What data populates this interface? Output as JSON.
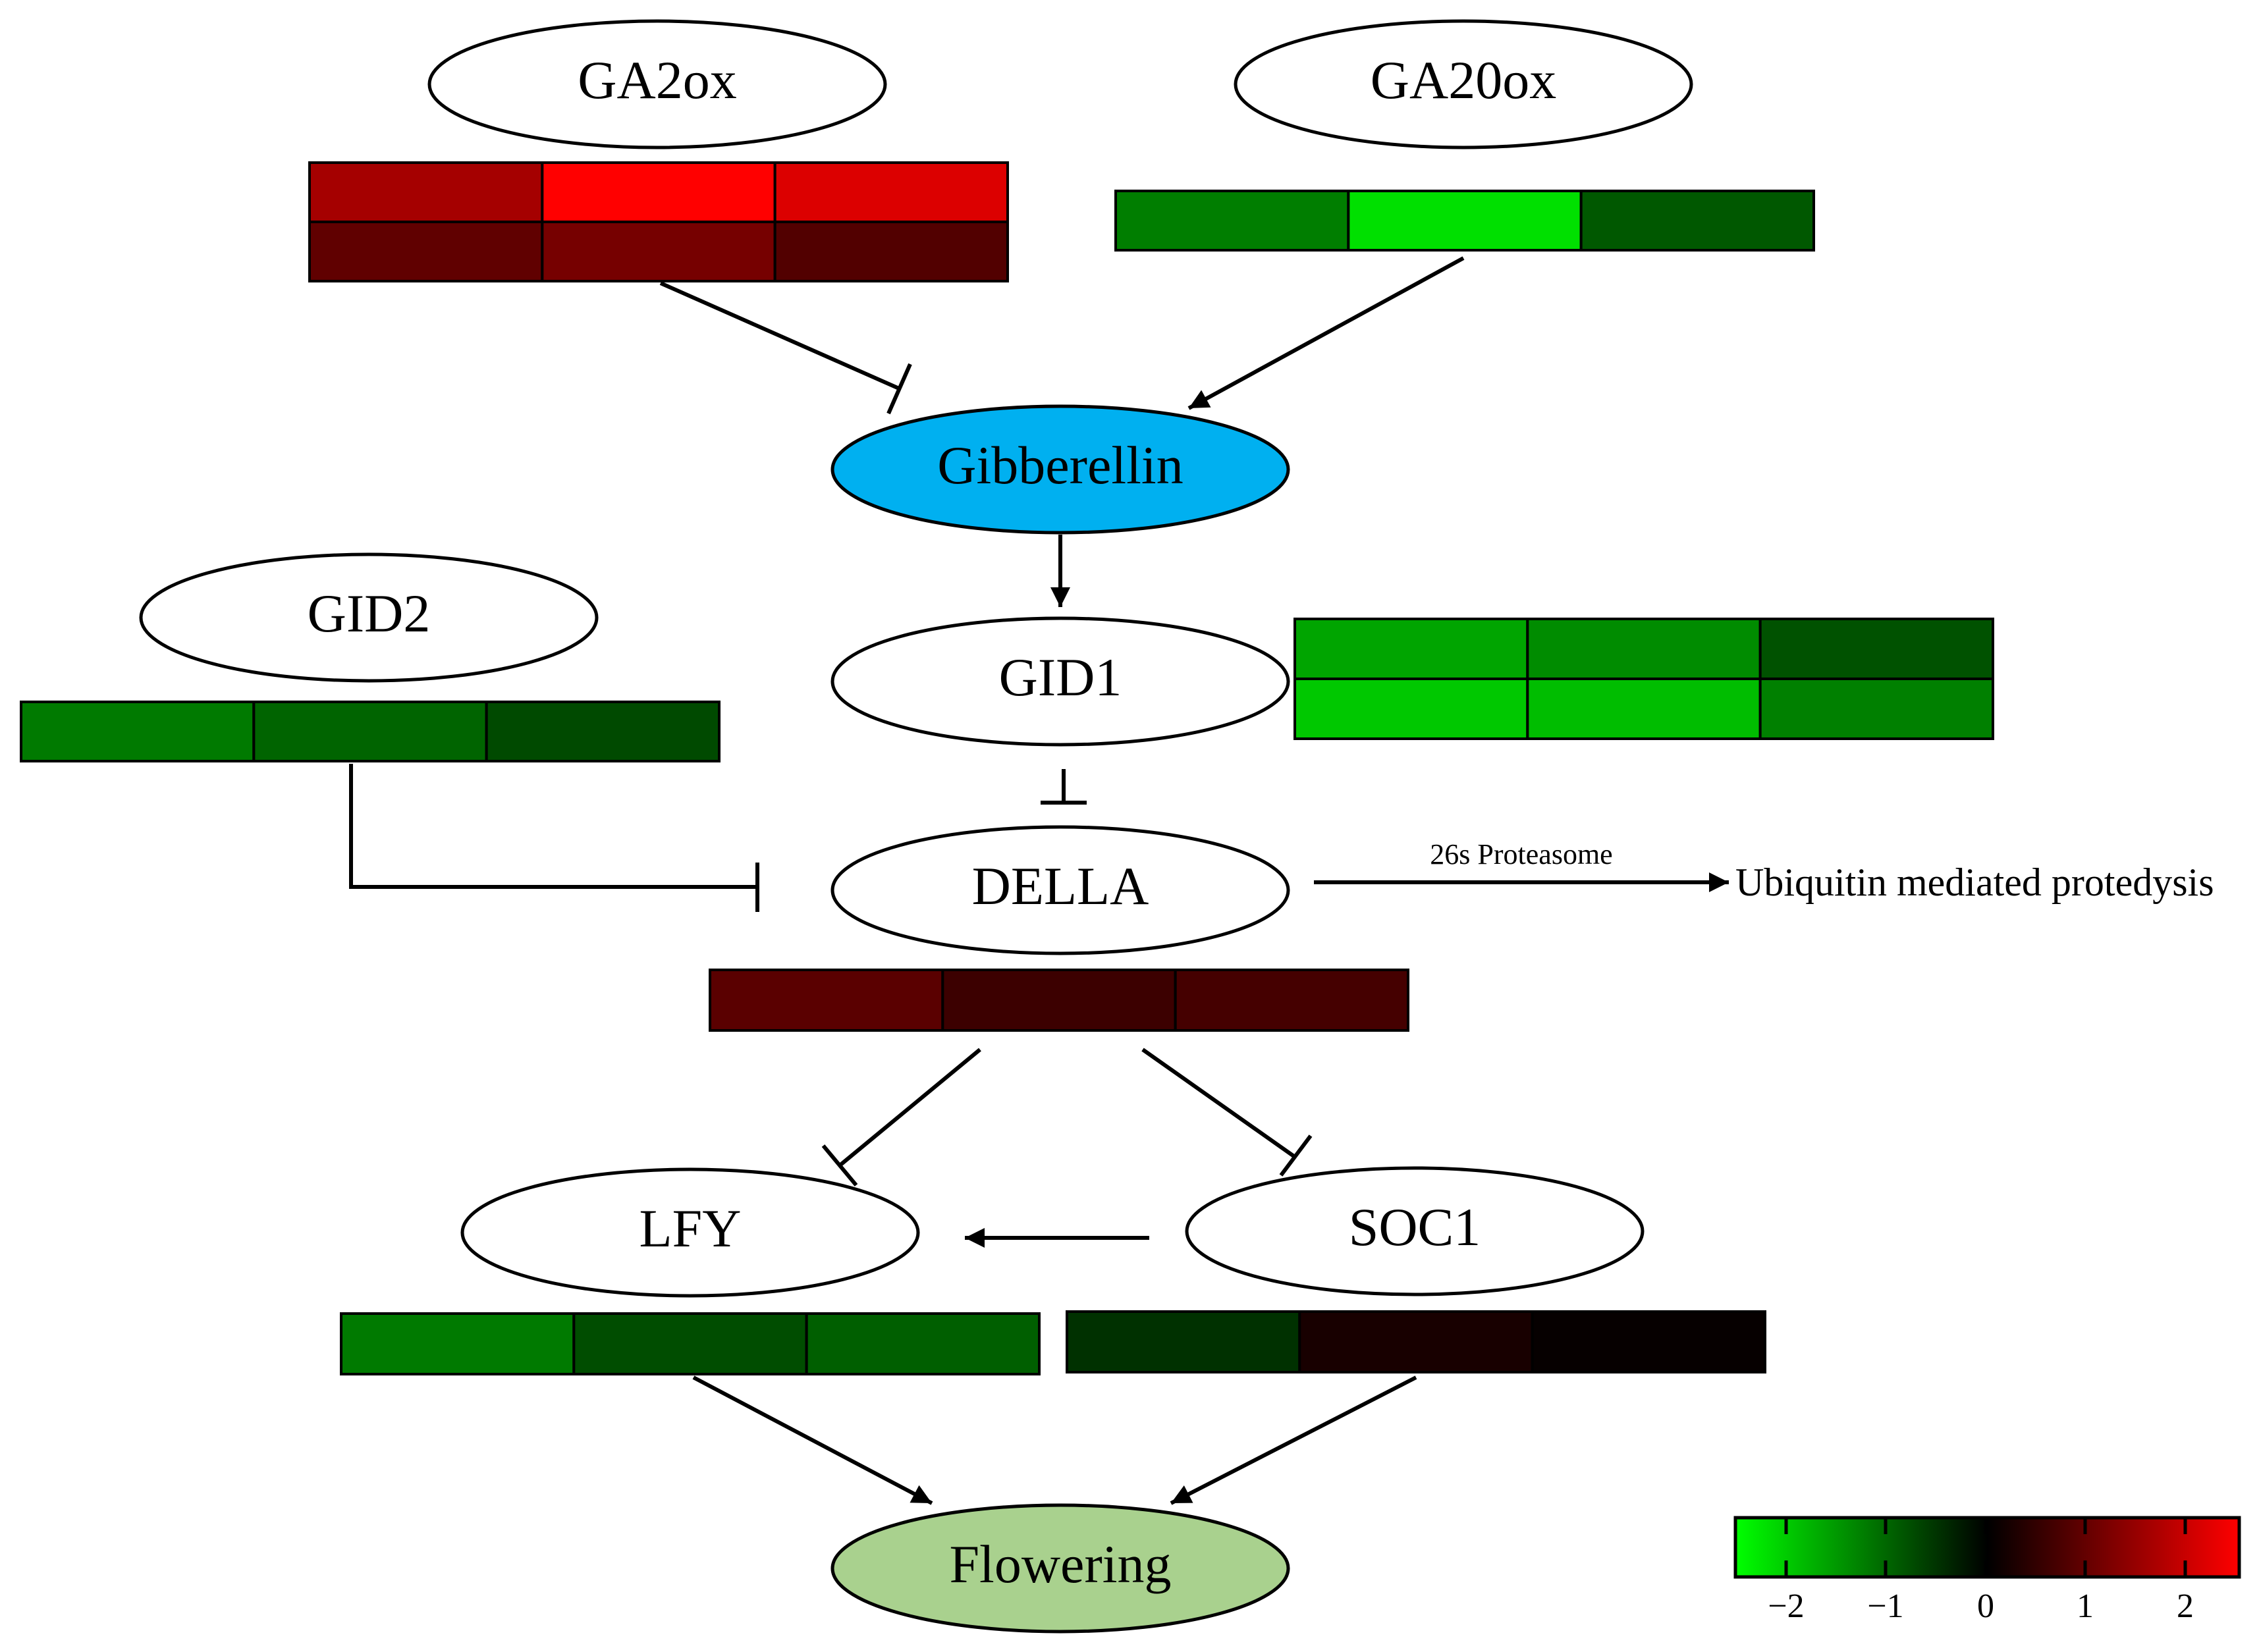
{
  "nodes": {
    "ga2ox": {
      "label": "GA2ox"
    },
    "ga20ox": {
      "label": "GA20ox"
    },
    "gibberellin": {
      "label": "Gibberellin",
      "fill": "#00b0f0"
    },
    "gid2": {
      "label": "GID2"
    },
    "gid1": {
      "label": "GID1"
    },
    "della": {
      "label": "DELLA"
    },
    "lfy": {
      "label": "LFY"
    },
    "soc1": {
      "label": "SOC1"
    },
    "flowering": {
      "label": "Flowering",
      "fill": "#a9d18e"
    }
  },
  "proteasome": {
    "arrow_label": "26s Proteasome",
    "target_label": "Ubiquitin mediated protedysis"
  },
  "heatmaps": {
    "ga2ox": [
      [
        "#a50000",
        "#ff0000",
        "#dc0000"
      ],
      [
        "#600000",
        "#760000",
        "#520000"
      ]
    ],
    "ga20ox": [
      [
        "#007e00",
        "#00e000",
        "#005800"
      ]
    ],
    "gid1": [
      [
        "#00a500",
        "#008c00",
        "#005200"
      ],
      [
        "#00c800",
        "#00bd00",
        "#008000"
      ]
    ],
    "gid2": [
      [
        "#007a00",
        "#006400",
        "#004a00"
      ]
    ],
    "della": [
      [
        "#5a0000",
        "#3c0000",
        "#450000"
      ]
    ],
    "lfy": [
      [
        "#007a00",
        "#004d00",
        "#005f00"
      ]
    ],
    "soc1": [
      [
        "#003100",
        "#180000",
        "#060000"
      ]
    ]
  },
  "legend": {
    "colors": [
      "#00ff00",
      "#000000",
      "#ff0000"
    ],
    "ticks": [
      "−2",
      "−1",
      "0",
      "1",
      "2"
    ]
  }
}
